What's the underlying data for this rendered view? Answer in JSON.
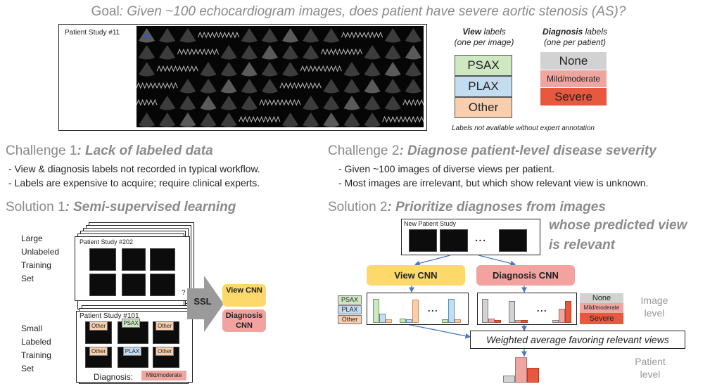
{
  "goal": {
    "prefix": "Goal",
    "text": ": Given ~100 echocardiogram images, does patient have severe aortic stenosis (AS)?"
  },
  "mosaic": {
    "label": "Patient Study #11"
  },
  "view_labels": {
    "title_bold": "View",
    "title_rest": " labels",
    "subtitle": "(one per image)",
    "items": [
      "PSAX",
      "PLAX",
      "Other"
    ]
  },
  "diagnosis_labels": {
    "title_bold": "Diagnosis",
    "title_rest": " labels",
    "subtitle": "(one per patient)",
    "items": [
      "None",
      "Mild/moderate",
      "Severe"
    ]
  },
  "labels_note": "Labels not available without expert annotation",
  "challenge1": {
    "prefix": "Challenge 1",
    "title": ": Lack of labeled data",
    "bullets": [
      "- View & diagnosis labels not recorded in typical workflow.",
      "- Labels are expensive to acquire; require clinical experts."
    ]
  },
  "challenge2": {
    "prefix": "Challenge 2",
    "title": ": Diagnose patient-level disease severity",
    "bullets": [
      "- Given ~100 images of diverse views per patient.",
      "- Most images are irrelevant, but which show relevant view is unknown."
    ]
  },
  "solution1": {
    "prefix": "Solution 1",
    "title": ": Semi-supervised learning",
    "unlabeled_set": [
      "Large",
      "Unlabeled",
      "Training",
      "Set"
    ],
    "unlabeled_study": "Patient Study #202",
    "question_mark": "?",
    "labeled_set": [
      "Small",
      "Labeled",
      "Training",
      "Set"
    ],
    "labeled_study": "Patient Study #101",
    "tags": [
      "Other",
      "PSAX",
      "Other",
      "Other",
      "PLAX",
      "Other"
    ],
    "diagnosis_label": "Diagnosis:",
    "diagnosis_value": "Mild/moderate",
    "ssl": "SSL",
    "view_cnn": "View CNN",
    "diagnosis_cnn": "Diagnosis CNN"
  },
  "solution2": {
    "prefix": "Solution 2",
    "title": ": Prioritize diagnoses from images",
    "title_cont1": "whose predicted view",
    "title_cont2": "is relevant",
    "new_study": "New Patient Study",
    "ellipsis": "...",
    "view_cnn": "View CNN",
    "diagnosis_cnn": "Diagnosis CNN",
    "view_legend": [
      "PSAX",
      "PLAX",
      "Other"
    ],
    "diag_legend": [
      "None",
      "Mild/moderate",
      "Severe"
    ],
    "image_level": [
      "Image",
      "level"
    ],
    "weighted": "Weighted average favoring relevant views",
    "patient_level": [
      "Patient",
      "level"
    ]
  },
  "colors": {
    "psax": "#cfe8c2",
    "plax": "#c4dcef",
    "other": "#f7cfae",
    "none": "#d2d2d2",
    "mild": "#f0a6a0",
    "severe": "#e8583f",
    "view_cnn": "#fcd96a",
    "diag_cnn": "#f2a3a0",
    "arrow": "#4a78c0"
  },
  "chart_data": {
    "view_probs": [
      {
        "name": "image-1",
        "values": [
          0.95,
          0.35,
          0.15
        ]
      },
      {
        "name": "image-2",
        "values": [
          0.18,
          0.15,
          0.92
        ]
      },
      {
        "name": "image-N",
        "values": [
          0.15,
          0.95,
          0.15
        ]
      }
    ],
    "diag_probs": [
      {
        "name": "image-1",
        "values": [
          0.95,
          0.18,
          0.12
        ]
      },
      {
        "name": "image-2",
        "values": [
          0.85,
          0.12,
          0.1
        ]
      },
      {
        "name": "image-N",
        "values": [
          0.12,
          0.55,
          0.85
        ]
      }
    ],
    "patient_probs": [
      0.25,
      0.95,
      0.55
    ]
  }
}
